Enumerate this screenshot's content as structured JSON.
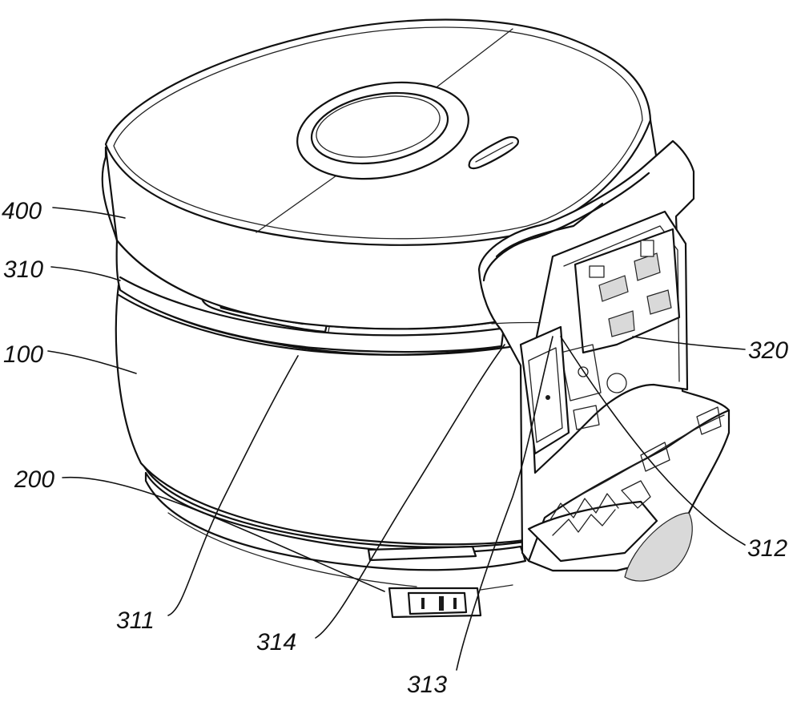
{
  "figure": {
    "reference_numerals": {
      "r400": "400",
      "r310": "310",
      "r100": "100",
      "r200": "200",
      "r320": "320",
      "r312": "312",
      "r311": "311",
      "r314": "314",
      "r313": "313"
    },
    "colors": {
      "ink": "#111111",
      "background": "#ffffff",
      "grey_shading": "#d9d9d9"
    }
  }
}
